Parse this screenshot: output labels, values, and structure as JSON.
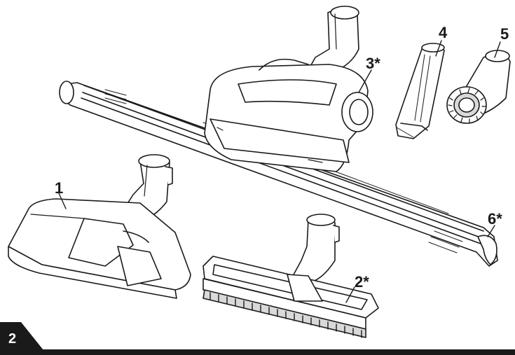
{
  "figure": {
    "number": "2"
  },
  "parts": [
    {
      "id": "floor-nozzle",
      "label": "1"
    },
    {
      "id": "parquet-brush",
      "label": "2*"
    },
    {
      "id": "turbo-brush",
      "label": "3*"
    },
    {
      "id": "crevice-tool",
      "label": "4"
    },
    {
      "id": "dusting-brush",
      "label": "5"
    },
    {
      "id": "telescopic-tube",
      "label": "6*"
    }
  ],
  "colors": {
    "line": "#1a1a1a",
    "fill": "#ffffff",
    "shade": "#d9d9d9"
  }
}
